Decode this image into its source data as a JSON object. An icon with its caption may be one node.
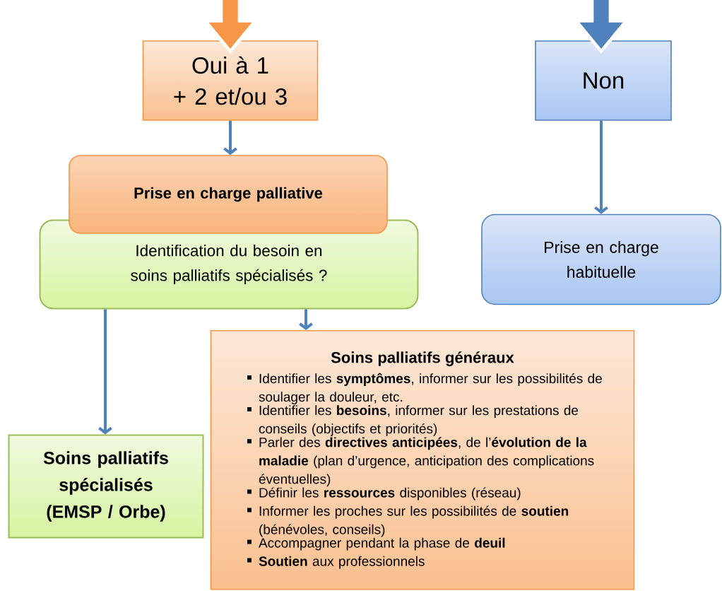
{
  "diagram": {
    "nodes": [
      {
        "text": [
          "Oui à 1",
          "+ 2 et/ou 3"
        ]
      },
      {
        "text": [
          "Non"
        ]
      },
      {
        "text": [
          "Prise en charge palliative"
        ]
      },
      {
        "text": [
          "Identification du besoin en soins palliatifs spécialisés ?"
        ]
      },
      {
        "text": [
          "Prise en charge habituelle"
        ]
      },
      {
        "text": [
          "Soins palliatifs spécialisés (EMSP / Orbe)"
        ]
      },
      {
        "text": [
          "Soins palliatifs généraux",
          "Identifier les **symptômes**, informer sur les possibilités de soulager la douleur, etc.",
          "Identifier les **besoins**, informer sur les prestations de conseils (objectifs et priorités)",
          "Parler des **directives anticipées**, de l’**évolution de la maladie** (plan d’urgence, anticipation des complications éventuelles)",
          "Définir les **ressources** disponibles (réseau)",
          "Informer les proches sur les possibilités de **soutien** (bénévoles, conseils)",
          "Accompagner pendant la phase de **deuil**",
          "**Soutien** aux professionnels"
        ]
      }
    ],
    "edges": [
      {
        "from": null,
        "to": 0,
        "arrow": "to",
        "style": "thick",
        "color": "#f79646"
      },
      {
        "from": null,
        "to": 1,
        "arrow": "to",
        "style": "thick"
      },
      {
        "from": 0,
        "to": 2,
        "arrow": "to"
      },
      {
        "from": 1,
        "to": 4,
        "arrow": "to"
      },
      {
        "from": 3,
        "to": 5,
        "arrow": "to"
      },
      {
        "from": 3,
        "to": 6,
        "arrow": "to"
      }
    ]
  }
}
